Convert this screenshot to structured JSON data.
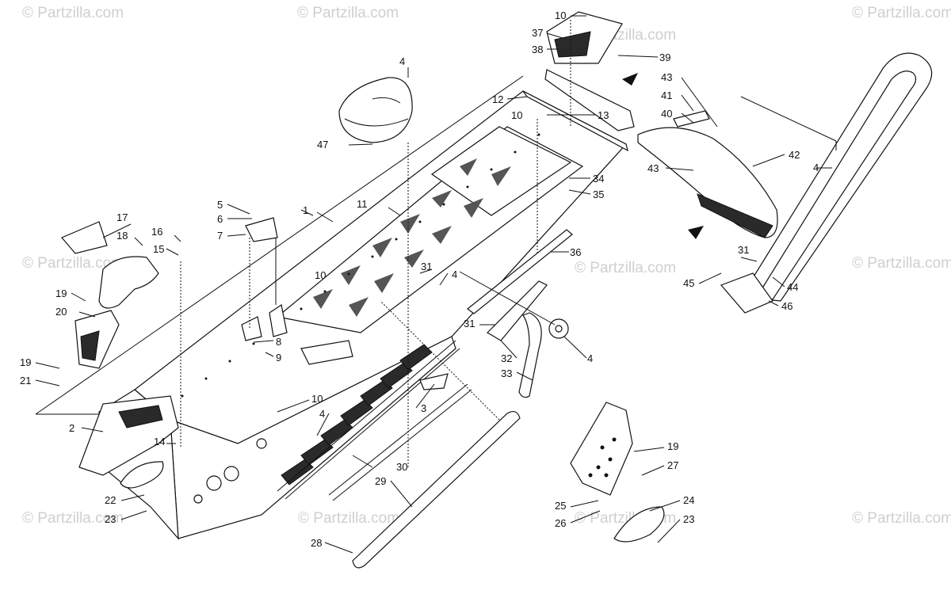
{
  "diagram": {
    "watermark_text": "© Partzilla.com",
    "callouts": {
      "c1": "1",
      "c2": "2",
      "c3": "3",
      "c4a": "4",
      "c4b": "4",
      "c4c": "4",
      "c4d": "4",
      "c4e": "4",
      "c5": "5",
      "c6": "6",
      "c7": "7",
      "c8": "8",
      "c9": "9",
      "c10a": "10",
      "c10b": "10",
      "c10c": "10",
      "c10d": "10",
      "c11": "11",
      "c12": "12",
      "c13": "13",
      "c14": "14",
      "c15": "15",
      "c16": "16",
      "c17": "17",
      "c18": "18",
      "c19a": "19",
      "c19b": "19",
      "c19c": "19",
      "c20": "20",
      "c21": "21",
      "c22": "22",
      "c23a": "23",
      "c23b": "23",
      "c24": "24",
      "c25": "25",
      "c26": "26",
      "c27": "27",
      "c28": "28",
      "c29": "29",
      "c30": "30",
      "c31a": "31",
      "c31b": "31",
      "c31c": "31",
      "c32": "32",
      "c33": "33",
      "c34": "34",
      "c35": "35",
      "c36": "36",
      "c37": "37",
      "c38": "38",
      "c39": "39",
      "c40": "40",
      "c41": "41",
      "c42": "42",
      "c43a": "43",
      "c43b": "43",
      "c44": "44",
      "c45": "45",
      "c46": "46",
      "c47": "47"
    }
  }
}
